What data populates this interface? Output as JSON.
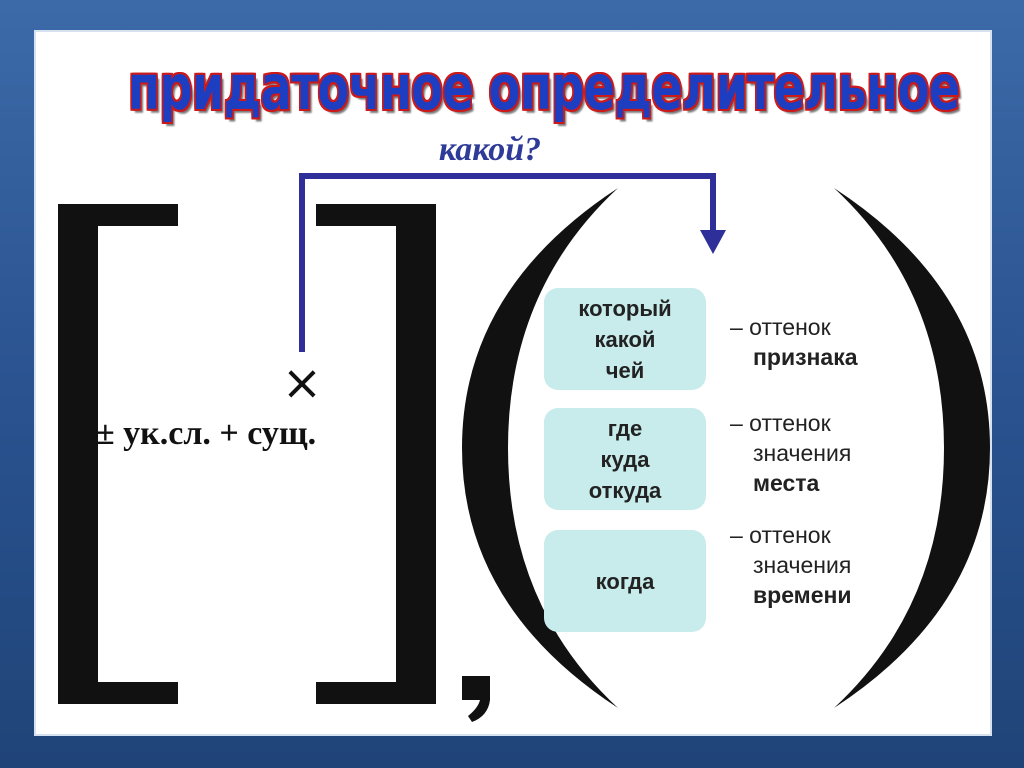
{
  "title": "придаточное определительное",
  "question": "какой?",
  "main_clause": {
    "cross": "×",
    "formula": "± ук.сл. + сущ."
  },
  "subordinate": {
    "groups": [
      {
        "words": [
          "который",
          "какой",
          "чей"
        ],
        "note": {
          "line1": "– оттенок",
          "line2": "",
          "line3": "признака"
        }
      },
      {
        "words": [
          "где",
          "куда",
          "откуда"
        ],
        "note": {
          "line1": "– оттенок",
          "line2": "значения",
          "line3": "места"
        }
      },
      {
        "words": [
          "когда"
        ],
        "note": {
          "line1": "– оттенок",
          "line2": "значения",
          "line3": "времени"
        }
      }
    ]
  },
  "colors": {
    "title": "#1d3ec0",
    "title_outline": "#cc1a1a",
    "arrow": "#2f2f9a",
    "box_fill": "#c8ecec",
    "frame": "#2a5390"
  }
}
